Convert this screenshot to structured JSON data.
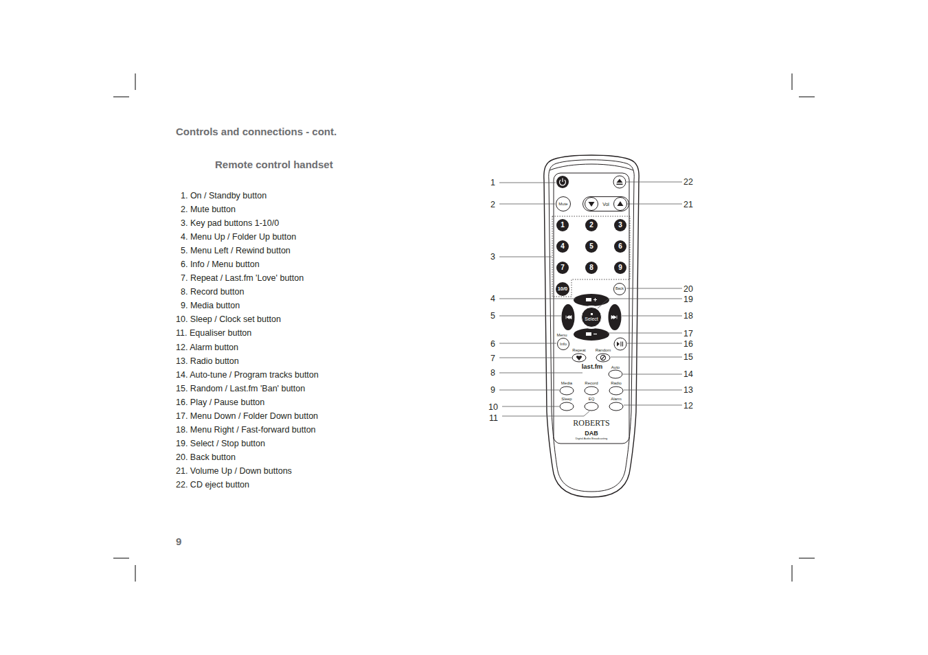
{
  "diagram": {
    "title": "Controls and connections - cont.",
    "nodes": [
      {
        "text": [
          "Mute"
        ]
      },
      {
        "text": [
          "Vol"
        ]
      },
      {
        "text": [
          "1"
        ]
      },
      {
        "text": [
          "2"
        ]
      },
      {
        "text": [
          "3"
        ]
      },
      {
        "text": [
          "4"
        ]
      },
      {
        "text": [
          "5"
        ]
      },
      {
        "text": [
          "6"
        ]
      },
      {
        "text": [
          "7"
        ]
      },
      {
        "text": [
          "8"
        ]
      },
      {
        "text": [
          "9"
        ]
      },
      {
        "text": [
          "10/0"
        ]
      },
      {
        "text": [
          "Back"
        ]
      },
      {
        "text": [
          "Select"
        ]
      },
      {
        "text": [
          "Info"
        ]
      }
    ],
    "labels": [
      "Remote control handset",
      "1. On / Standby button",
      "2. Mute button",
      "3. Key pad buttons 1-10/0",
      "4. Menu Up / Folder Up button",
      "5. Menu Left / Rewind button",
      "6. Info / Menu button",
      "7. Repeat / Last.fm 'Love' button",
      "8. Record button",
      "9. Media button",
      "10. Sleep / Clock set button",
      "11. Equaliser button",
      "12. Alarm button",
      "13. Radio button",
      "14. Auto-tune / Program tracks button",
      "15. Random / Last.fm 'Ban' button",
      "16. Play / Pause button",
      "17. Menu Down / Folder Down button",
      "18. Menu Right / Fast-forward button",
      "19. Select / Stop button",
      "20. Back button",
      "21. Volume Up / Down buttons",
      "22. CD eject button",
      "9",
      "1",
      "2",
      "22",
      "21",
      "3",
      "20",
      "4",
      "19",
      "5",
      "18",
      "17",
      "6",
      "16",
      "7",
      "15",
      "8",
      "14",
      "9",
      "13",
      "10",
      "12",
      "11",
      "Menu",
      "Repeat",
      "Random",
      "last.fm",
      "Auto",
      "Media",
      "Record",
      "Radio",
      "Sleep",
      "EQ",
      "Alarm",
      "ROBERTS",
      "DAB",
      "Digital Audio Broadcasting"
    ]
  }
}
